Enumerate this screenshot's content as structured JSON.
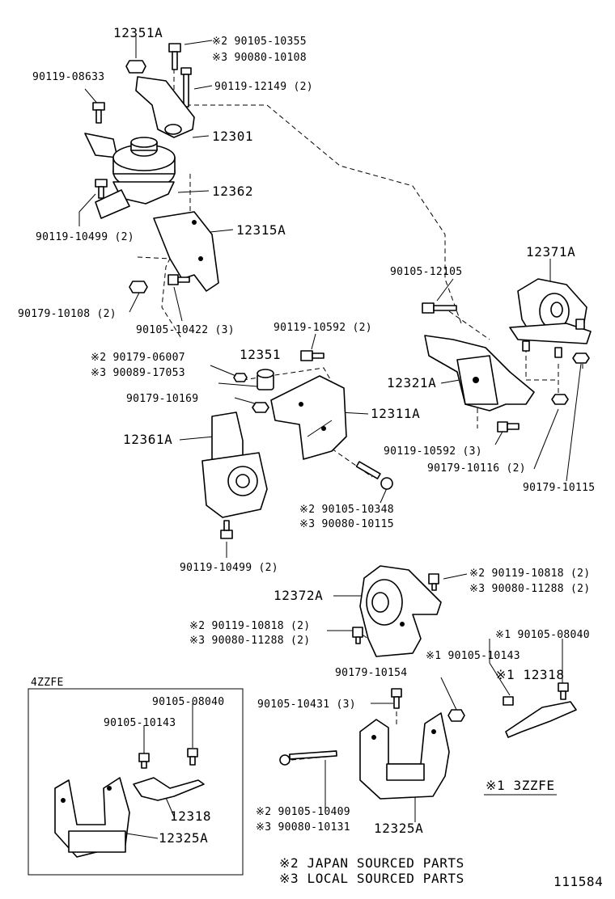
{
  "labels": {
    "p12351A": "12351A",
    "p90105_10355": "※2  90105-10355",
    "p90080_10108": "※3  90080-10108",
    "p90119_08633": "90119-08633",
    "p90119_12149": "90119-12149 (2)",
    "p12301": "12301",
    "p12362": "12362",
    "p90119_10499a": "90119-10499 (2)",
    "p12315A": "12315A",
    "p90179_10108": "90179-10108 (2)",
    "p90105_10422": "90105-10422 (3)",
    "p90179_06007": "※2  90179-06007",
    "p90089_17053": "※3  90089-17053",
    "p12351": "12351",
    "p90119_10592a": "90119-10592 (2)",
    "p90179_10169": "90179-10169",
    "p12311A": "12311A",
    "p12361A": "12361A",
    "p90105_10348": "※2  90105-10348",
    "p90080_10115": "※3  90080-10115",
    "p90119_10499b": "90119-10499 (2)",
    "p12371A": "12371A",
    "p90105_12105": "90105-12105",
    "p12321A": "12321A",
    "p90119_10592b": "90119-10592 (3)",
    "p90179_10116": "90179-10116 (2)",
    "p90179_10115": "90179-10115",
    "p90119_10818a": "※2  90119-10818 (2)",
    "p90080_11288a": "※3  90080-11288 (2)",
    "p12372A": "12372A",
    "p90119_10818b": "※2 90119-10818 (2)",
    "p90080_11288b": "※3  90080-11288 (2)",
    "p90105_08040a": "※1 90105-08040",
    "p90105_10143a": "※1 90105-10143",
    "p12318a": "※1 12318",
    "p90179_10154": "90179-10154",
    "p90105_10431": "90105-10431 (3)",
    "p3ZZFE": "※1 3ZZFE",
    "p90105_10409": "※2  90105-10409",
    "p90080_10131": "※3  90080-10131",
    "p12325A": "12325A",
    "box_title": "4ZZFE",
    "box_90105_08040": "90105-08040",
    "box_90105_10143": "90105-10143",
    "box_12318": "12318",
    "box_12325A": "12325A",
    "note1": "※2  JAPAN  SOURCED  PARTS",
    "note2": "※3  LOCAL  SOURCED  PARTS",
    "diagram_id": "111584"
  }
}
